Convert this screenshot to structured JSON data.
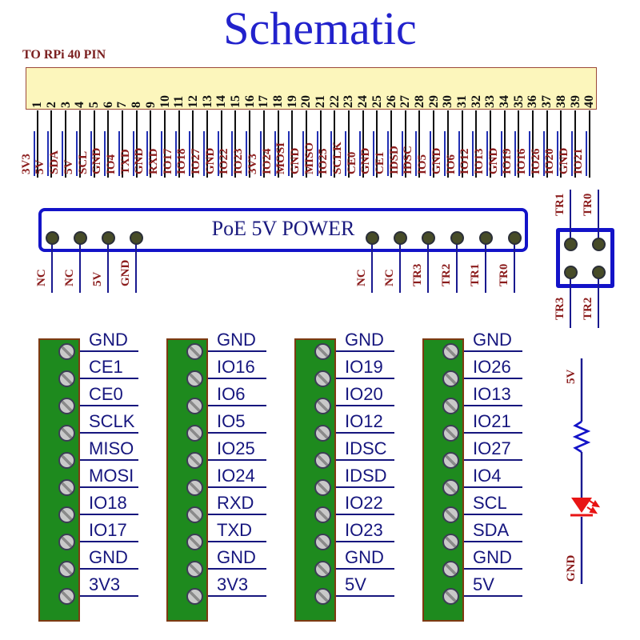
{
  "title": "Schematic",
  "header": {
    "label": "TO RPi 40 PIN",
    "pins": [
      {
        "n": "1",
        "net": "3V3"
      },
      {
        "n": "2",
        "net": "5V"
      },
      {
        "n": "3",
        "net": "SDA"
      },
      {
        "n": "4",
        "net": "5V"
      },
      {
        "n": "5",
        "net": "SCL"
      },
      {
        "n": "6",
        "net": "GND"
      },
      {
        "n": "7",
        "net": "IO4"
      },
      {
        "n": "8",
        "net": "TXD"
      },
      {
        "n": "9",
        "net": "GND"
      },
      {
        "n": "10",
        "net": "RXD"
      },
      {
        "n": "11",
        "net": "IO17"
      },
      {
        "n": "12",
        "net": "IO18"
      },
      {
        "n": "13",
        "net": "IO27"
      },
      {
        "n": "14",
        "net": "GND"
      },
      {
        "n": "15",
        "net": "IO22"
      },
      {
        "n": "16",
        "net": "IO23"
      },
      {
        "n": "17",
        "net": "3V3"
      },
      {
        "n": "18",
        "net": "IO24"
      },
      {
        "n": "19",
        "net": "MOSI"
      },
      {
        "n": "20",
        "net": "GND"
      },
      {
        "n": "21",
        "net": "MISO"
      },
      {
        "n": "22",
        "net": "IO25"
      },
      {
        "n": "23",
        "net": "SCLK"
      },
      {
        "n": "24",
        "net": "CE0"
      },
      {
        "n": "25",
        "net": "GND"
      },
      {
        "n": "26",
        "net": "CE1"
      },
      {
        "n": "27",
        "net": "IDSD"
      },
      {
        "n": "28",
        "net": "IDSC"
      },
      {
        "n": "29",
        "net": "IO5"
      },
      {
        "n": "30",
        "net": "GND"
      },
      {
        "n": "31",
        "net": "IO6"
      },
      {
        "n": "32",
        "net": "IO12"
      },
      {
        "n": "33",
        "net": "IO13"
      },
      {
        "n": "34",
        "net": "GND"
      },
      {
        "n": "35",
        "net": "IO19"
      },
      {
        "n": "36",
        "net": "IO16"
      },
      {
        "n": "37",
        "net": "IO26"
      },
      {
        "n": "38",
        "net": "IO20"
      },
      {
        "n": "39",
        "net": "GND"
      },
      {
        "n": "40",
        "net": "IO21"
      }
    ]
  },
  "poe": {
    "label": "PoE 5V POWER",
    "left_pins": [
      "NC",
      "NC",
      "5V",
      "GND"
    ],
    "right_pins": [
      "NC",
      "NC",
      "TR3",
      "TR2",
      "TR1",
      "TR0"
    ]
  },
  "transformer": {
    "top_pins": [
      "TR1",
      "TR0"
    ],
    "bottom_pins": [
      "TR3",
      "TR2"
    ]
  },
  "terminal_blocks": [
    {
      "labels": [
        "GND",
        "CE1",
        "CE0",
        "SCLK",
        "MISO",
        "MOSI",
        "IO18",
        "IO17",
        "GND",
        "3V3"
      ]
    },
    {
      "labels": [
        "GND",
        "IO16",
        "IO6",
        "IO5",
        "IO25",
        "IO24",
        "RXD",
        "TXD",
        "GND",
        "3V3"
      ]
    },
    {
      "labels": [
        "GND",
        "IO19",
        "IO20",
        "IO12",
        "IDSC",
        "IDSD",
        "IO22",
        "IO23",
        "GND",
        "5V"
      ]
    },
    {
      "labels": [
        "GND",
        "IO26",
        "IO13",
        "IO21",
        "IO27",
        "IO4",
        "SCL",
        "SDA",
        "GND",
        "5V"
      ]
    }
  ],
  "led_circuit": {
    "top_label": "5V",
    "bottom_label": "GND"
  },
  "colors": {
    "title_blue": "#2222cc",
    "wire_blue": "#19198f",
    "label_red": "#8b1c1c",
    "box_blue": "#1313c8",
    "terminal_green": "#1e8a1e",
    "header_yellow": "#fcf6bc",
    "led_red": "#e81414",
    "text_navy": "#16167e",
    "header_wire_black": "#101010"
  }
}
